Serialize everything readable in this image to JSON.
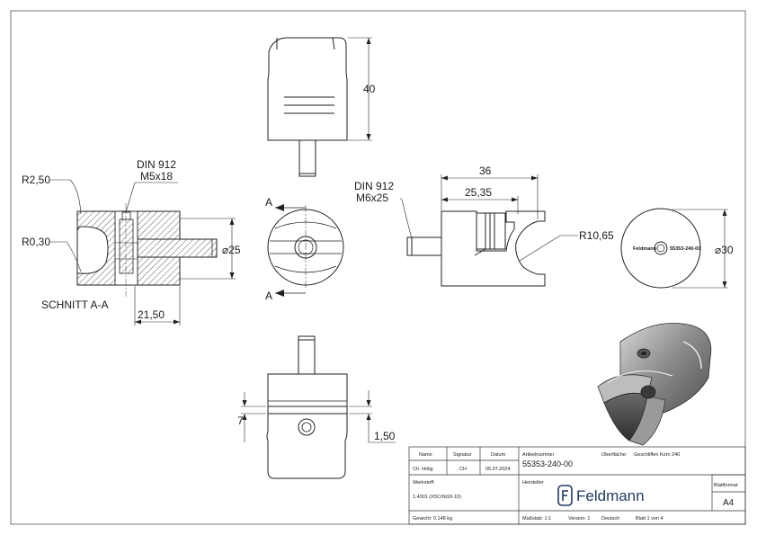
{
  "views": {
    "front": {
      "height_label": "40"
    },
    "section": {
      "screw_standard": "DIN 912",
      "screw_size": "M5x18",
      "radius_outer": "R2,50",
      "radius_inner": "R0,30",
      "diameter_label": "⌀25",
      "depth_label": "21,50",
      "section_title": "SCHNITT A-A"
    },
    "side_section_markers": {
      "top": "A",
      "bottom": "A"
    },
    "side": {
      "screw_standard": "DIN 912",
      "screw_size": "M6x25",
      "overall_length": "36",
      "inner_length": "25,35",
      "radius": "R10,65"
    },
    "end": {
      "diameter_label": "⌀30",
      "engraving_brand": "Feldmann",
      "engraving_number": "55353-240-00"
    },
    "top": {
      "slot_width": "7",
      "offset": "1,50"
    }
  },
  "title_block": {
    "name_header": "Name",
    "signature_header": "Signatur",
    "date_header": "Datum",
    "name_value": "Ch. Hölig",
    "signature_value": "CH",
    "date_value": "05.07.2024",
    "article_label": "Artikelnummer",
    "article_value": "55353-240-00",
    "surface_label": "Oberfläche:",
    "surface_value": "Geschliffen Korn 240",
    "material_label": "Werkstoff:",
    "material_value": "1.4301 (X5CrNi18-10)",
    "manufacturer_label": "Hersteller",
    "company": "Feldmann",
    "sheet_format_label": "Blattformat",
    "sheet_format_value": "A4",
    "weight": "Gewicht: 0.148 kg",
    "scale": "Maßstab: 1:1",
    "version": "Version: 1",
    "language": "Deutsch",
    "sheet": "Blatt 1 von 4"
  }
}
